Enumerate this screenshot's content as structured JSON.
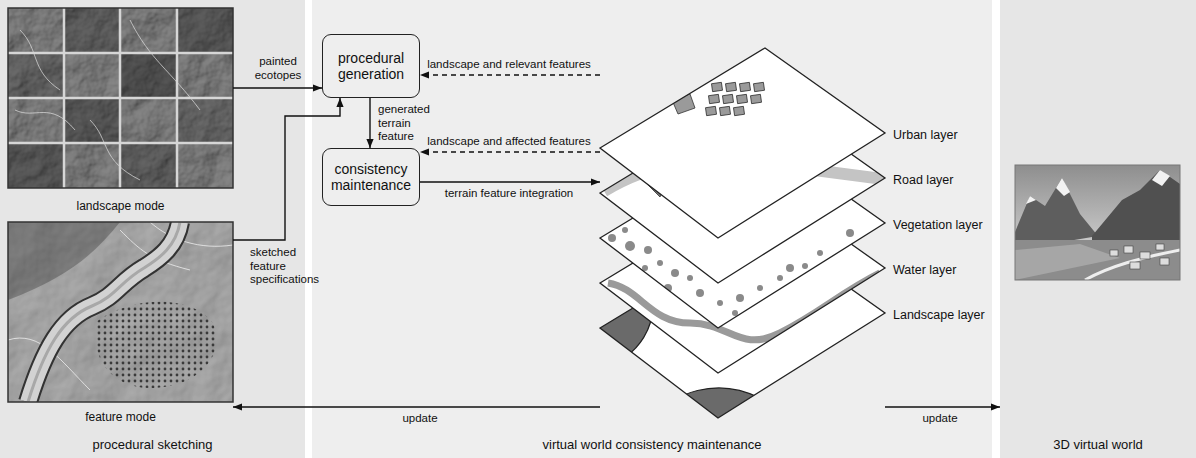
{
  "diagram": {
    "nodes": [
      {
        "text": [
          "procedural sketching"
        ]
      },
      {
        "text": [
          "landscape mode"
        ],
        "in": 0
      },
      {
        "text": [
          "feature mode"
        ],
        "in": 0
      },
      {
        "text": [
          "virtual world consistency maintenance"
        ]
      },
      {
        "text": [
          "procedural generation"
        ],
        "in": 3
      },
      {
        "text": [
          "consistency maintenance"
        ],
        "in": 3
      },
      {
        "text": [
          "Urban layer"
        ],
        "in": 3
      },
      {
        "text": [
          "Road layer"
        ],
        "in": 3
      },
      {
        "text": [
          "Vegetation layer"
        ],
        "in": 3
      },
      {
        "text": [
          "Water layer"
        ],
        "in": 3
      },
      {
        "text": [
          "Landscape layer"
        ],
        "in": 3
      },
      {
        "text": [
          "3D virtual world"
        ]
      }
    ],
    "edges": [
      {
        "from": 1,
        "to": 4,
        "label": "painted ecotopes",
        "arrow": "to"
      },
      {
        "from": 2,
        "to": 4,
        "label": "sketched feature specifications",
        "arrow": "to"
      },
      {
        "from": 6,
        "to": 4,
        "label": "landscape and relevant features",
        "arrow": "to"
      },
      {
        "from": 4,
        "to": 5,
        "label": "generated terrain feature",
        "arrow": "to"
      },
      {
        "from": 7,
        "to": 5,
        "label": "landscape and affected features",
        "arrow": "to"
      },
      {
        "from": 5,
        "to": 8,
        "label": "terrain feature integration",
        "arrow": "to"
      },
      {
        "from": 10,
        "to": 2,
        "label": "update",
        "arrow": "to"
      },
      {
        "from": 10,
        "to": 11,
        "label": "update",
        "arrow": "to"
      }
    ]
  }
}
